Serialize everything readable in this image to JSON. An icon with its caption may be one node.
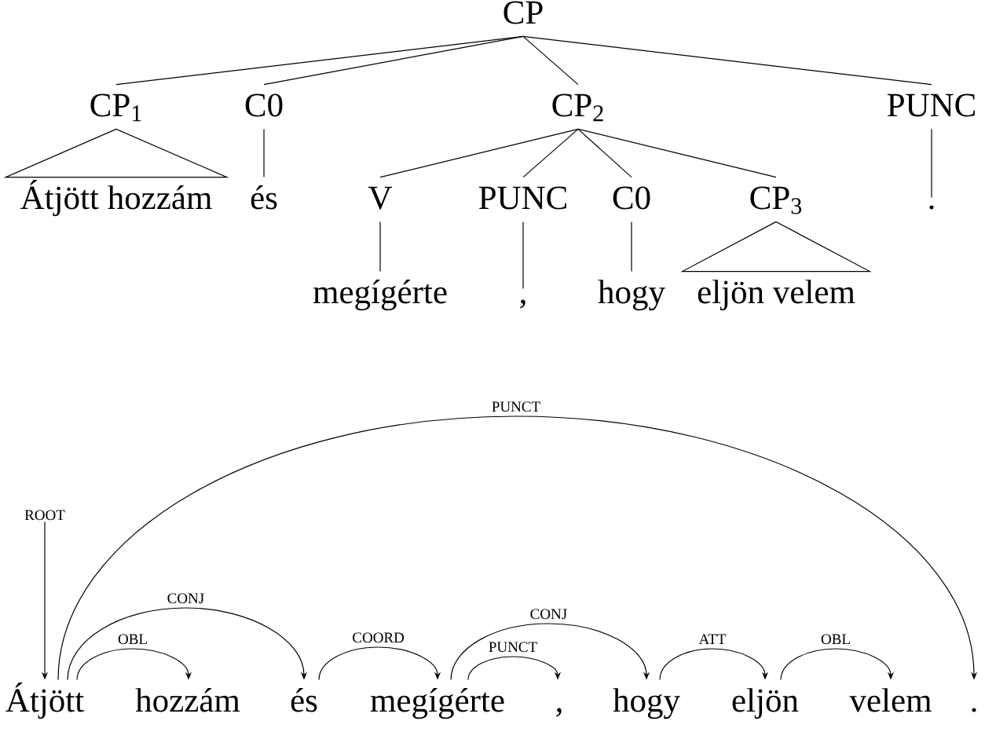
{
  "diagram": {
    "nodes": [
      {
        "text": [
          "CP"
        ]
      },
      {
        "text": [
          "CP$_{1}$"
        ]
      },
      {
        "text": [
          "C0"
        ]
      },
      {
        "text": [
          "CP$_{2}$"
        ]
      },
      {
        "text": [
          "PUNC"
        ]
      },
      {
        "text": [
          "Átjött hozzám"
        ]
      },
      {
        "text": [
          "és"
        ]
      },
      {
        "text": [
          "V"
        ]
      },
      {
        "text": [
          "PUNC"
        ]
      },
      {
        "text": [
          "C0"
        ]
      },
      {
        "text": [
          "CP$_{3}$"
        ]
      },
      {
        "text": [
          "."
        ]
      },
      {
        "text": [
          "megígérte"
        ]
      },
      {
        "text": [
          ","
        ]
      },
      {
        "text": [
          "hogy"
        ]
      },
      {
        "text": [
          "eljön velem"
        ]
      },
      {
        "text": [
          "ROOT"
        ]
      },
      {
        "text": [
          "Átjött"
        ]
      },
      {
        "text": [
          "hozzám"
        ]
      },
      {
        "text": [
          "és"
        ]
      },
      {
        "text": [
          "megígérte"
        ]
      },
      {
        "text": [
          ","
        ]
      },
      {
        "text": [
          "hogy"
        ]
      },
      {
        "text": [
          "eljön"
        ]
      },
      {
        "text": [
          "velem"
        ]
      },
      {
        "text": [
          "."
        ]
      }
    ],
    "edges": [
      {
        "from": 0,
        "to": 1,
        "arrow": "none"
      },
      {
        "from": 0,
        "to": 2,
        "arrow": "none"
      },
      {
        "from": 0,
        "to": 3,
        "arrow": "none"
      },
      {
        "from": 0,
        "to": 4,
        "arrow": "none"
      },
      {
        "from": 1,
        "to": 5,
        "arrow": "none"
      },
      {
        "from": 2,
        "to": 6,
        "arrow": "none"
      },
      {
        "from": 3,
        "to": 7,
        "arrow": "none"
      },
      {
        "from": 3,
        "to": 8,
        "arrow": "none"
      },
      {
        "from": 3,
        "to": 9,
        "arrow": "none"
      },
      {
        "from": 3,
        "to": 10,
        "arrow": "none"
      },
      {
        "from": 4,
        "to": 11,
        "arrow": "none"
      },
      {
        "from": 7,
        "to": 12,
        "arrow": "none"
      },
      {
        "from": 8,
        "to": 13,
        "arrow": "none"
      },
      {
        "from": 9,
        "to": 14,
        "arrow": "none"
      },
      {
        "from": 10,
        "to": 15,
        "arrow": "none"
      },
      {
        "from": 17,
        "to": 25,
        "arrow": "to",
        "label": "PUNCT"
      },
      {
        "from": 16,
        "to": 17,
        "arrow": "to"
      },
      {
        "from": 17,
        "to": 19,
        "arrow": "to",
        "label": "CONJ"
      },
      {
        "from": 17,
        "to": 18,
        "arrow": "to",
        "label": "OBL"
      },
      {
        "from": 19,
        "to": 20,
        "arrow": "to",
        "label": "COORD"
      },
      {
        "from": 20,
        "to": 22,
        "arrow": "to",
        "label": "CONJ"
      },
      {
        "from": 20,
        "to": 21,
        "arrow": "to",
        "label": "PUNCT"
      },
      {
        "from": 22,
        "to": 23,
        "arrow": "to",
        "label": "ATT"
      },
      {
        "from": 23,
        "to": 24,
        "arrow": "to",
        "label": "OBL"
      }
    ]
  }
}
